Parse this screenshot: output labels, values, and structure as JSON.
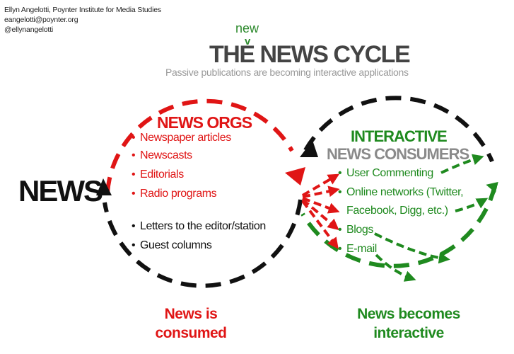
{
  "credit": {
    "name": "Ellyn Angelotti, Poynter Institute for Media Studies",
    "email": "eangelotti@poynter.org",
    "handle": "@ellynangelotti"
  },
  "header": {
    "insert_word": "new",
    "insert_mark": "v",
    "title": "THE NEWS CYCLE",
    "subtitle": "Passive publications are becoming interactive applications"
  },
  "left_label": "NEWS",
  "news_orgs": {
    "title": "NEWS ORGS",
    "items": [
      "Newspaper articles",
      "Newscasts",
      "Editorials",
      "Radio programs"
    ],
    "other_items": [
      "Letters to the editor/station",
      "Guest columns"
    ]
  },
  "consumers": {
    "title_line1": "INTERACTIVE",
    "title_line2": "NEWS CONSUMERS",
    "items": [
      "User Commenting",
      "Online networks (Twitter,",
      "Facebook, Digg, etc.)",
      "Blogs",
      "E-mail"
    ]
  },
  "footer": {
    "left_line1": "News is",
    "left_line2": "consumed",
    "right_line1": "News becomes",
    "right_line2": "interactive"
  },
  "colors": {
    "red": "#e01515",
    "green": "#1f8a1f",
    "black": "#111111",
    "gray": "#8a8a8a"
  }
}
